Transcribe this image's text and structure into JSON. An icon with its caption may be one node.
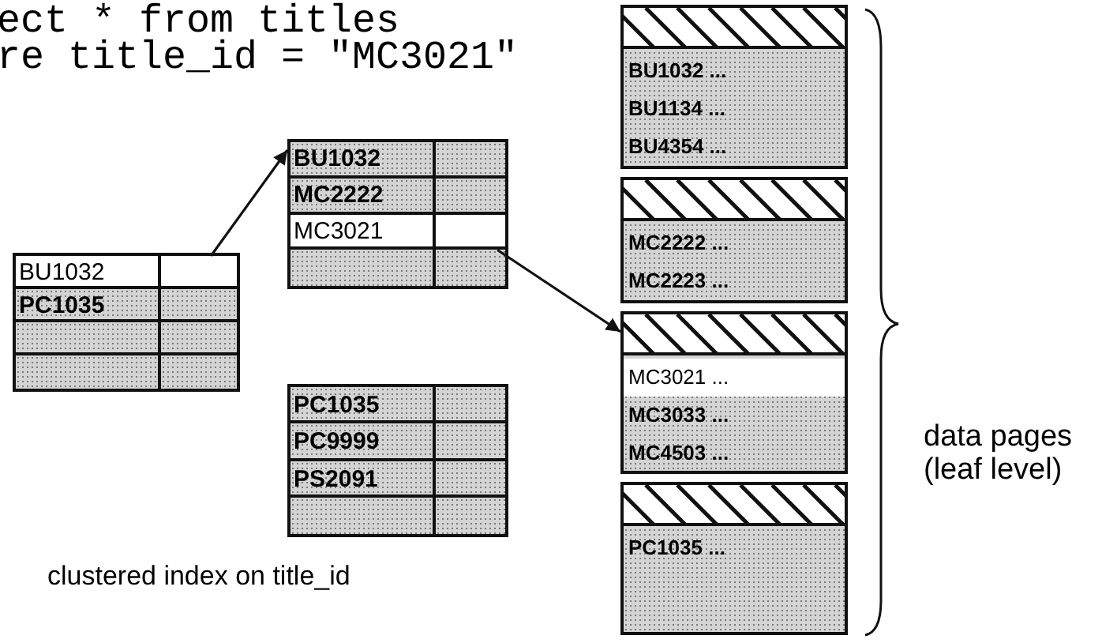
{
  "diagram": {
    "nodes": [
      {
        "text": [
          "BU1032",
          "PC1035"
        ]
      },
      {
        "text": [],
        "shape": "box",
        "in": 0
      },
      {
        "text": [
          "BU1032",
          "MC2222",
          "MC3021"
        ]
      },
      {
        "text": [],
        "shape": "box",
        "in": 2
      },
      {
        "text": [
          "PC1035",
          "PC9999",
          "PS2091"
        ]
      },
      {
        "text": [
          "BU1032 ...",
          "BU1134 ...",
          "BU4354 ..."
        ]
      },
      {
        "text": [
          "MC2222 ...",
          "MC2223 ..."
        ]
      },
      {
        "text": [
          "MC3021 ...",
          "MC3033 ...",
          "MC4503 ..."
        ]
      },
      {
        "text": [
          "PC1035 ..."
        ]
      }
    ],
    "edges": [
      {
        "from": 1,
        "to": 2,
        "arrow": "to"
      },
      {
        "from": 3,
        "to": 7,
        "arrow": "to"
      }
    ],
    "labels": [
      "ect * from titles",
      "re title_id = \"MC3021\"",
      "data pages (leaf level)",
      "clustered index on title_id"
    ]
  }
}
